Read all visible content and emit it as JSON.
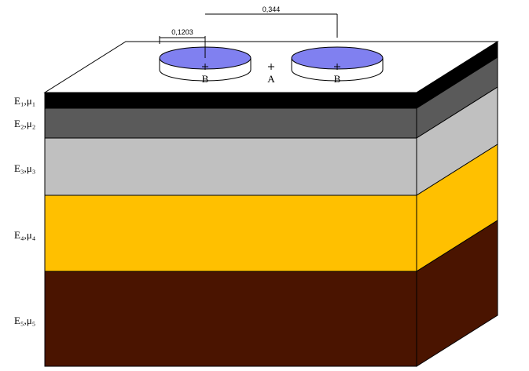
{
  "layers": [
    {
      "symbol": "E₁,μ₁",
      "color_front": "#000000",
      "color_side": "#000000"
    },
    {
      "symbol": "E₂,μ₂",
      "color_front": "#5a5a5a",
      "color_side": "#5a5a5a"
    },
    {
      "symbol": "E₃,μ₃",
      "color_front": "#c0c0c0",
      "color_side": "#c0c0c0"
    },
    {
      "symbol": "E₄,μ₄",
      "color_front": "#ffc000",
      "color_side": "#ffc000"
    },
    {
      "symbol": "E₅,μ₅",
      "color_front": "#4a1400",
      "color_side": "#4a1400"
    }
  ],
  "top_surface_color": "#ffffff",
  "load_plate_color": "#8080f0",
  "points": {
    "load_left": "B",
    "center": "A",
    "load_right": "B"
  },
  "dimensions": {
    "radius": "0,1203",
    "spacing": "0,344"
  }
}
